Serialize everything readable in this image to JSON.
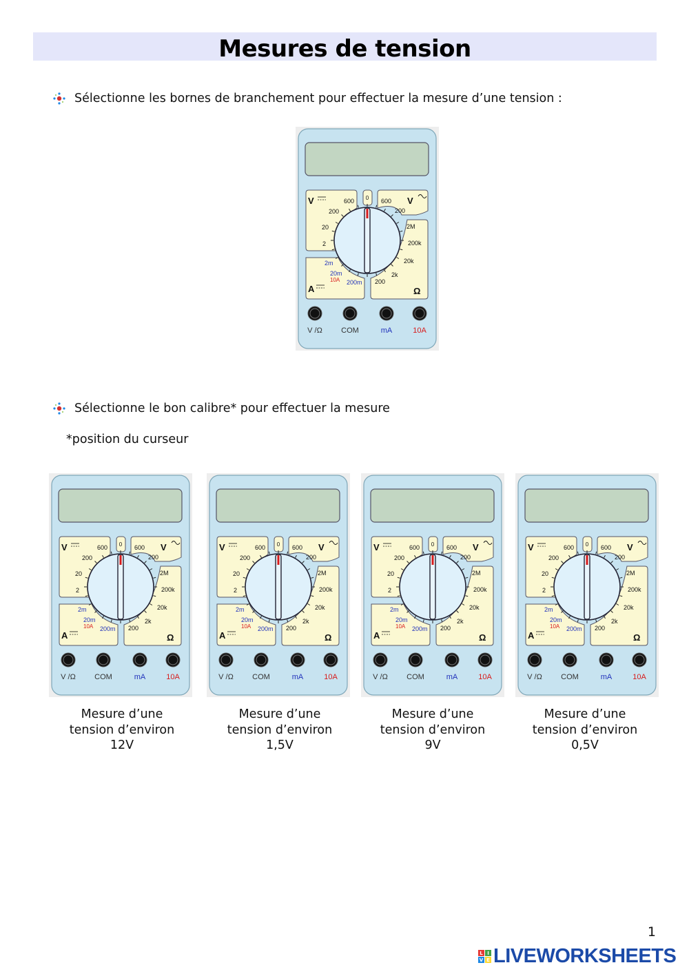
{
  "title": "Mesures de tension",
  "instructions": {
    "terminals": "Sélectionne les bornes de branchement pour effectuer la mesure d’une tension :",
    "range": "Sélectionne le bon calibre* pour effectuer la mesure",
    "note": "*position du curseur"
  },
  "multimeter": {
    "labels": {
      "v_dc": "V",
      "v_ac": "V",
      "amp": "A",
      "ohm": "Ω",
      "zero": "0",
      "vdc_600": "600",
      "vdc_200": "200",
      "vdc_20": "20",
      "vdc_2": "2",
      "vac_600": "600",
      "vac_200": "200",
      "ohm_2M": "2M",
      "ohm_200k": "200k",
      "ohm_20k": "20k",
      "ohm_2k": "2k",
      "ohm_200": "200",
      "a_2m": "2m",
      "a_20m": "20m",
      "a_10A": "10A",
      "a_200m": "200m"
    },
    "terminals": [
      "V /Ω",
      "COM",
      "mA",
      "10A"
    ]
  },
  "captions": [
    {
      "line1": "Mesure d’une",
      "line2": "tension d’environ",
      "value": "12V"
    },
    {
      "line1": "Mesure d’une",
      "line2": "tension d’environ",
      "value": "1,5V"
    },
    {
      "line1": "Mesure d’une",
      "line2": "tension d’environ",
      "value": "9V"
    },
    {
      "line1": "Mesure d’une",
      "line2": "tension d’environ",
      "value": "0,5V"
    }
  ],
  "page_number": "1",
  "footer": {
    "brand": "LIVEWORKSHEETS",
    "logo_letters": [
      "L",
      "I",
      "V",
      "E"
    ],
    "logo_colors": [
      "#e53935",
      "#43a047",
      "#1e88e5",
      "#fdd835"
    ]
  },
  "colors": {
    "title_bg": "#e4e6fa",
    "meter_body": "#c7e3f0",
    "lcd": "#c2d6c2",
    "panel": "#fbf8d2",
    "pointer": "#d81b1b",
    "blue_label": "#2233bb",
    "red_label": "#d81b1b"
  }
}
